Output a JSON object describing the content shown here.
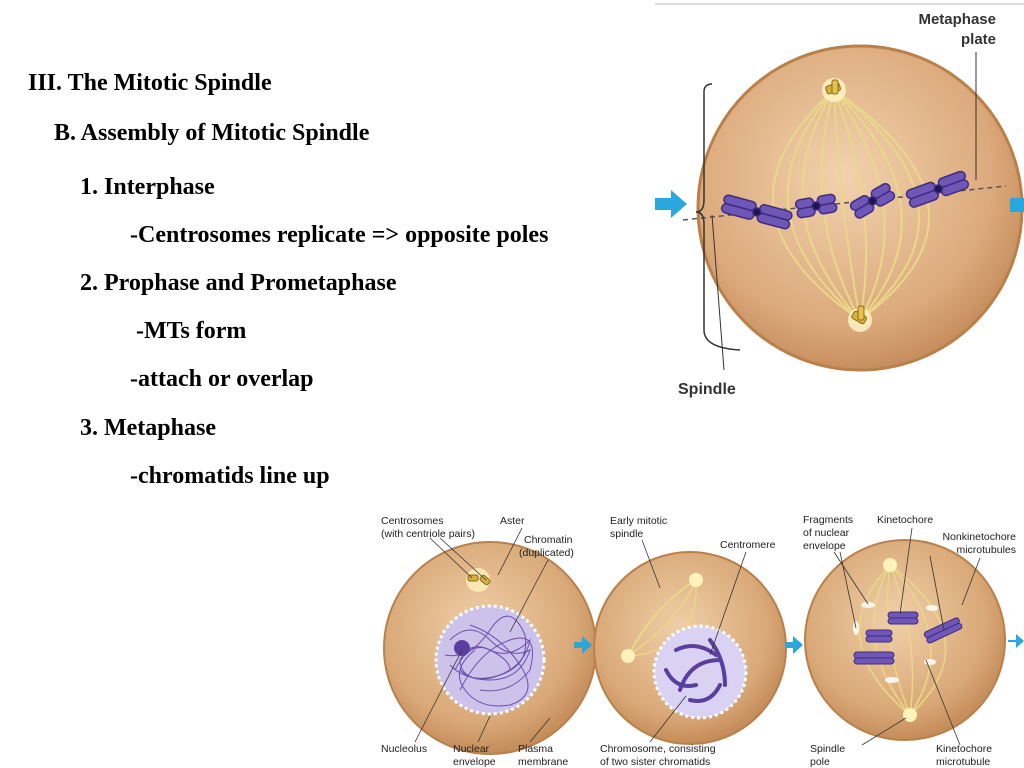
{
  "outline": {
    "heading": "III. The Mitotic Spindle",
    "subheading": "B. Assembly of Mitotic Spindle",
    "item1": "1. Interphase",
    "item1_detail": "-Centrosomes replicate =>  opposite poles",
    "item2": "2. Prophase and Prometaphase",
    "item2_detail_a": "-MTs form",
    "item2_detail_b": "-attach or overlap",
    "item3": "3. Metaphase",
    "item3_detail": "-chromatids line up"
  },
  "metaphase_figure": {
    "metaphase_plate_label_line1": "Metaphase",
    "metaphase_plate_label_line2": "plate",
    "spindle_label": "Spindle"
  },
  "stages_figure": {
    "centrosomes_line1": "Centrosomes",
    "centrosomes_line2": "(with centriole pairs)",
    "aster": "Aster",
    "chromatin_line1": "Chromatin",
    "chromatin_line2": "(duplicated)",
    "early_spindle_line1": "Early mitotic",
    "early_spindle_line2": "spindle",
    "centromere": "Centromere",
    "fragments_line1": "Fragments",
    "fragments_line2": "of nuclear",
    "fragments_line3": "envelope",
    "kinetochore": "Kinetochore",
    "nonkinetochore_line1": "Nonkinetochore",
    "nonkinetochore_line2": "microtubules",
    "nucleolus": "Nucleolus",
    "nuclear_envelope_line1": "Nuclear",
    "nuclear_envelope_line2": "envelope",
    "plasma_membrane_line1": "Plasma",
    "plasma_membrane_line2": "membrane",
    "chromosome_line1": "Chromosome, consisting",
    "chromosome_line2": "of two sister chromatids",
    "spindle_pole_line1": "Spindle",
    "spindle_pole_line2": "pole",
    "kinetochore_mt_line1": "Kinetochore",
    "kinetochore_mt_line2": "microtubule"
  },
  "colors": {
    "cell_fill": "#e0b48a",
    "cell_edge": "#c89460",
    "fiber": "#e8d890",
    "chromosome": "#6a4fb0",
    "arrow": "#2aa7dc"
  }
}
